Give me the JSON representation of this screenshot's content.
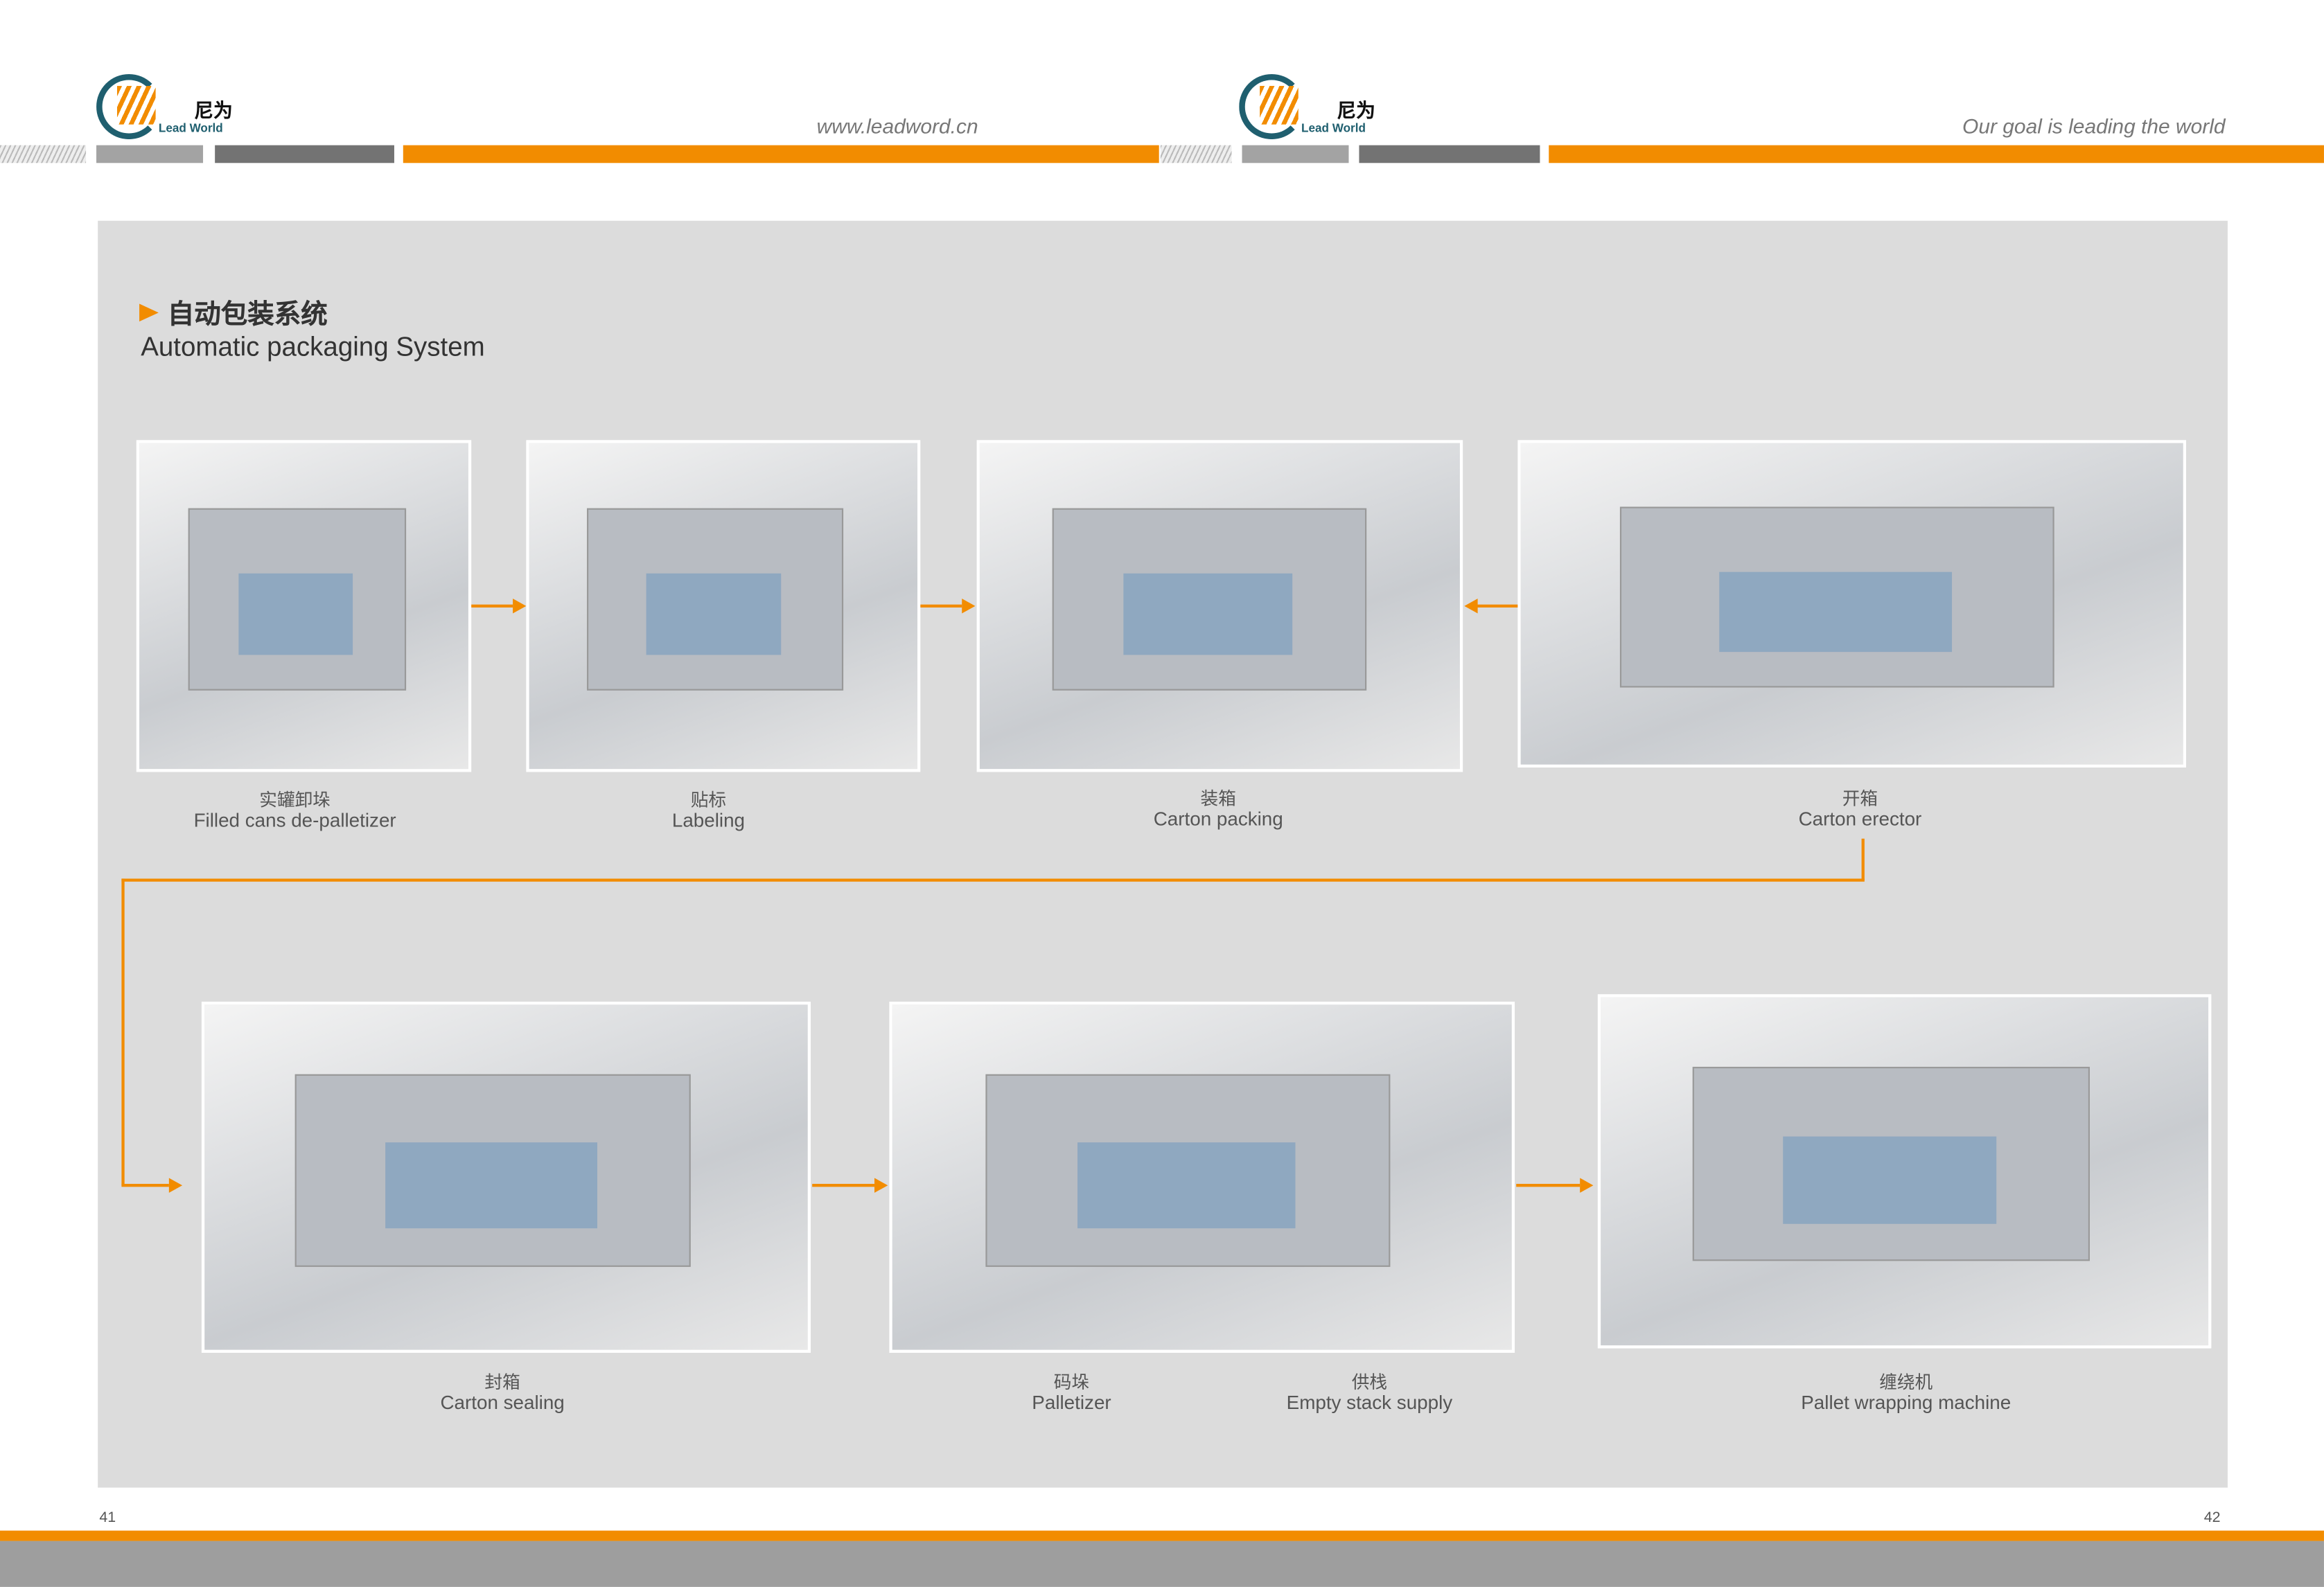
{
  "header": {
    "logo_cn": "尼为",
    "logo_en": "Lead World",
    "url": "www.leadword.cn",
    "slogan": "Our goal is leading the world"
  },
  "section": {
    "title_cn": "自动包装系统",
    "title_en": "Automatic packaging System"
  },
  "steps": [
    {
      "cn": "实罐卸垛",
      "en": "Filled cans de-palletizer"
    },
    {
      "cn": "贴标",
      "en": "Labeling"
    },
    {
      "cn": "装箱",
      "en": "Carton packing"
    },
    {
      "cn": "开箱",
      "en": "Carton erector"
    },
    {
      "cn": "封箱",
      "en": "Carton sealing"
    },
    {
      "cn": "码垛",
      "en": "Palletizer"
    },
    {
      "cn": "供栈",
      "en": "Empty stack supply"
    },
    {
      "cn": "缠绕机",
      "en": "Pallet wrapping machine"
    }
  ],
  "footer": {
    "page_left": "41",
    "page_right": "42"
  },
  "colors": {
    "accent": "#f28c00",
    "panel": "#dcdcdc",
    "teal": "#1f5f6f"
  }
}
